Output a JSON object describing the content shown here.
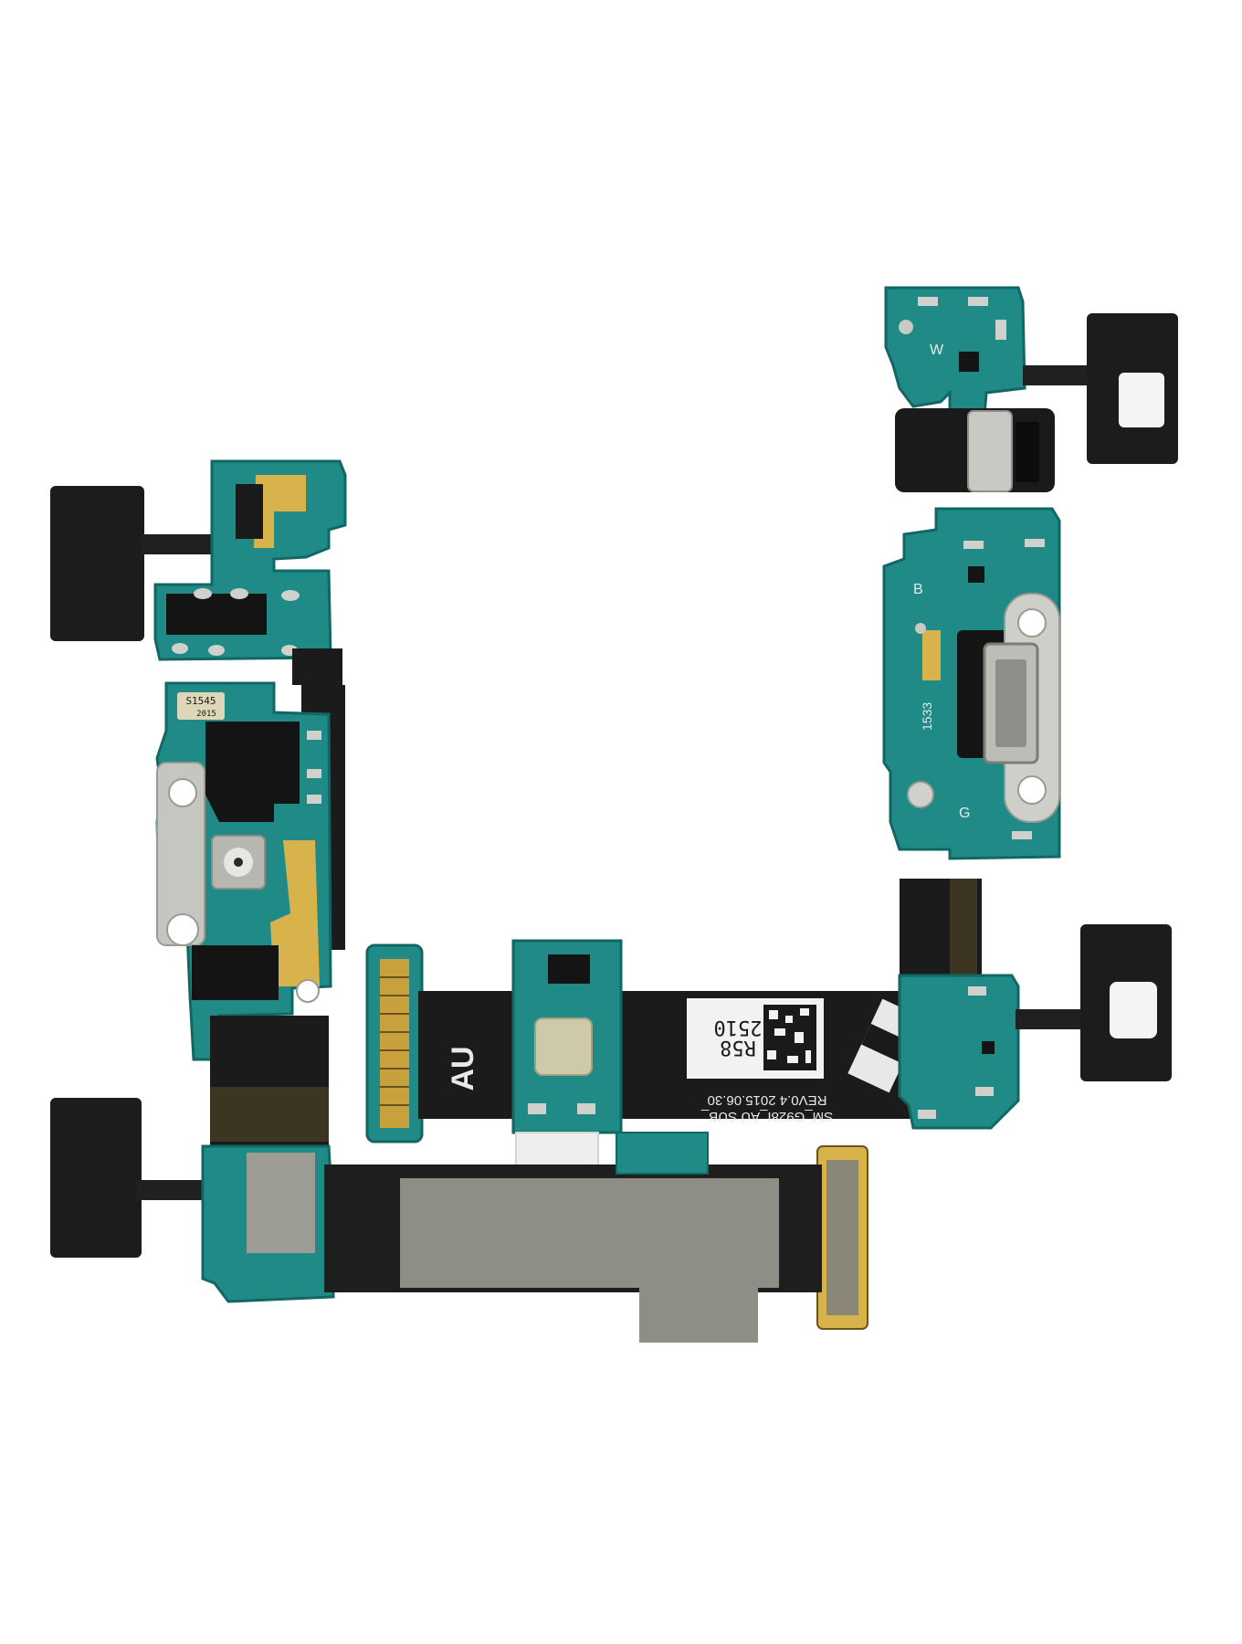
{
  "photo": {
    "subject": "charging-port-flex-cable",
    "colors": {
      "background": "#ffffff",
      "board_teal": "#1f8a86",
      "board_dark": "#116763",
      "flex_black": "#1b1b1b",
      "gold": "#d8b24a",
      "shield_gray": "#8e8d86",
      "metal": "#c9c9c4"
    },
    "labels": {
      "au_marking": "AU",
      "model_line": "SM_G928I_AU SUB_",
      "rev_line": "REV0.4 2015.06.30",
      "sticker_code": "R58",
      "sticker_code2": "2510",
      "chip_code": "S1545",
      "chip_code2": "2015",
      "board_code": "1533",
      "letter_b": "B",
      "letter_w": "W",
      "letter_g": "G"
    }
  }
}
